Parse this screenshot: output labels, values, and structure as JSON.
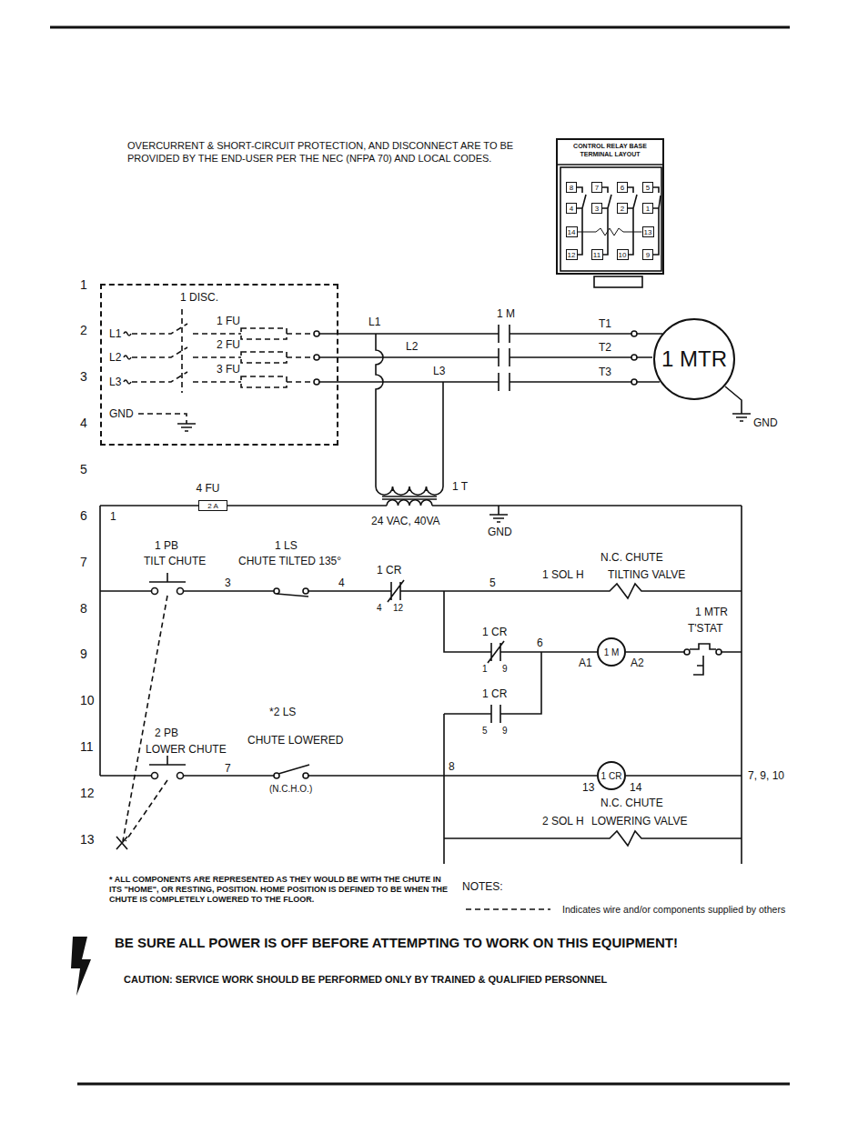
{
  "diagram": {
    "nodes": [
      {
        "text": [
          "CONTROL RELAY BASE TERMINAL LAYOUT"
        ]
      },
      {
        "text": [
          "8"
        ],
        "in": 0
      },
      {
        "text": [
          "7"
        ],
        "in": 0
      },
      {
        "text": [
          "6"
        ],
        "in": 0
      },
      {
        "text": [
          "5"
        ],
        "in": 0
      },
      {
        "text": [
          "4"
        ],
        "in": 0
      },
      {
        "text": [
          "3"
        ],
        "in": 0
      },
      {
        "text": [
          "2"
        ],
        "in": 0
      },
      {
        "text": [
          "1"
        ],
        "in": 0
      },
      {
        "text": [
          "14"
        ],
        "in": 0
      },
      {
        "text": [
          "13"
        ],
        "in": 0
      },
      {
        "text": [
          "12"
        ],
        "in": 0
      },
      {
        "text": [
          "11"
        ],
        "in": 0
      },
      {
        "text": [
          "10"
        ],
        "in": 0
      },
      {
        "text": [
          "9"
        ],
        "in": 0
      },
      {
        "text": [
          "1 DISC.",
          "L1",
          "L2",
          "L3",
          "GND",
          "1 FU",
          "2 FU",
          "3 FU"
        ]
      },
      {
        "text": [
          "1 MTR"
        ]
      },
      {
        "text": [
          "4 FU",
          "2 A"
        ]
      },
      {
        "text": [
          "1 M"
        ]
      },
      {
        "text": [
          "1 CR"
        ]
      }
    ],
    "edges": [
      {
        "from": 9,
        "to": 10,
        "arrow": "none"
      }
    ],
    "labels": [
      "OVERCURRENT & SHORT-CIRCUIT PROTECTION, AND DISCONNECT ARE TO BE PROVIDED BY THE END-USER PER THE NEC (NFPA 70) AND LOCAL CODES.",
      "1",
      "2",
      "3",
      "4",
      "5",
      "6",
      "7",
      "8",
      "9",
      "10",
      "11",
      "12",
      "13",
      "L1",
      "L2",
      "L3",
      "1 M",
      "T1",
      "T2",
      "T3",
      "GND",
      "1 T",
      "24 VAC, 40VA",
      "GND",
      "1",
      "1 PB",
      "TILT CHUTE",
      "3",
      "1 LS",
      "CHUTE TILTED 135°",
      "4",
      "1 CR",
      "4",
      "12",
      "5",
      "N.C. CHUTE",
      "1 SOL H",
      "TILTING VALVE",
      "1 CR",
      "1",
      "9",
      "6",
      "A1",
      "A2",
      "1 MTR",
      "T'STAT",
      "1 CR",
      "5",
      "9",
      "2 PB",
      "LOWER CHUTE",
      "7",
      "*2 LS",
      "CHUTE LOWERED",
      "(N.C.H.O.)",
      "8",
      "13",
      "14",
      "7, 9, 10",
      "N.C. CHUTE",
      "2 SOL H",
      "LOWERING VALVE",
      "* ALL COMPONENTS ARE REPRESENTED AS THEY WOULD BE WITH THE CHUTE IN ITS \"HOME\", OR RESTING, POSITION. HOME POSITION IS DEFINED TO BE WHEN THE CHUTE IS COMPLETELY LOWERED TO THE FLOOR.",
      "NOTES:",
      "BE SURE ALL POWER IS OFF BEFORE ATTEMPTING TO WORK ON THIS EQUIPMENT!",
      "CAUTION: SERVICE WORK SHOULD BE PERFORMED ONLY BY TRAINED & QUALIFIED PERSONNEL"
    ],
    "legend": [
      {
        "text": "Indicates wire and/or components supplied by others"
      }
    ]
  }
}
